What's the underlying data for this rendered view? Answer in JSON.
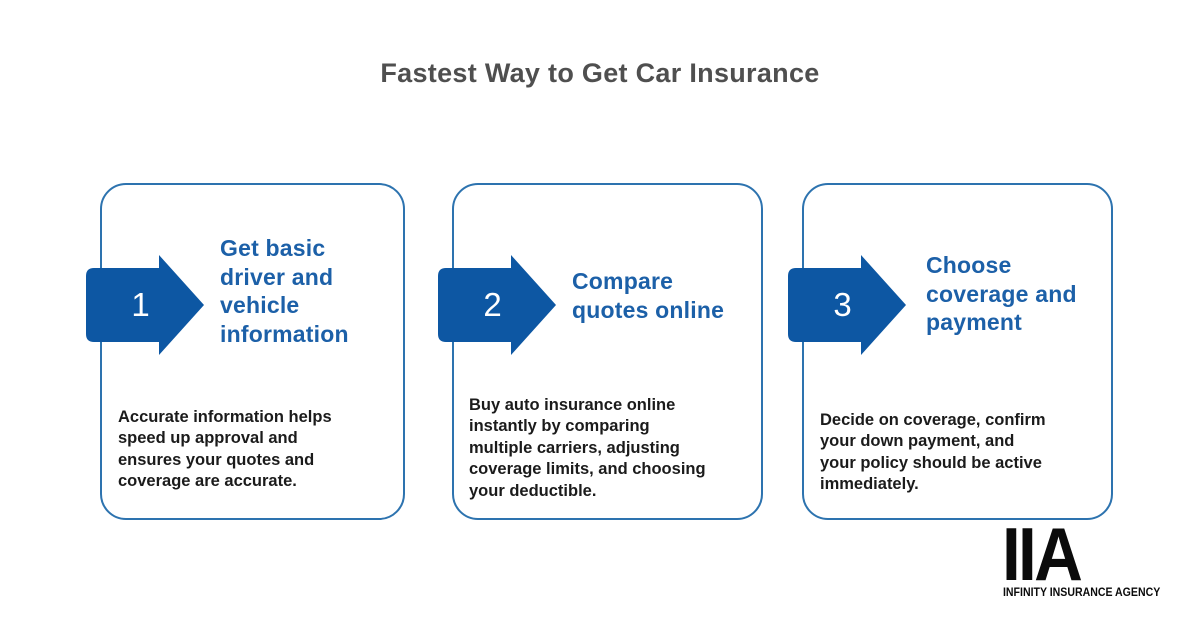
{
  "title": "Fastest Way to Get Car Insurance",
  "colors": {
    "arrow-blue": "#0d57a3",
    "heading-blue": "#1c60a8",
    "border-blue": "#2d73af",
    "title-gray": "#4f4f4f",
    "body-black": "#1b1b1b",
    "logo-black": "#0b0b0b"
  },
  "steps": [
    {
      "number": "1",
      "heading": "Get basic\ndriver and\nvehicle\ninformation",
      "body": "Accurate information helps\nspeed up approval and\nensures your quotes and\ncoverage are accurate."
    },
    {
      "number": "2",
      "heading": "Compare\nquotes online",
      "body": "Buy auto insurance online\ninstantly by comparing\nmultiple carriers, adjusting\ncoverage limits, and choosing\nyour deductible."
    },
    {
      "number": "3",
      "heading": "Choose\ncoverage and\npayment",
      "body": "Decide on coverage, confirm\nyour down payment, and\nyour policy should be active\nimmediately."
    }
  ],
  "logo": {
    "acronym": "IIA",
    "name": "INFINITY INSURANCE AGENCY"
  }
}
